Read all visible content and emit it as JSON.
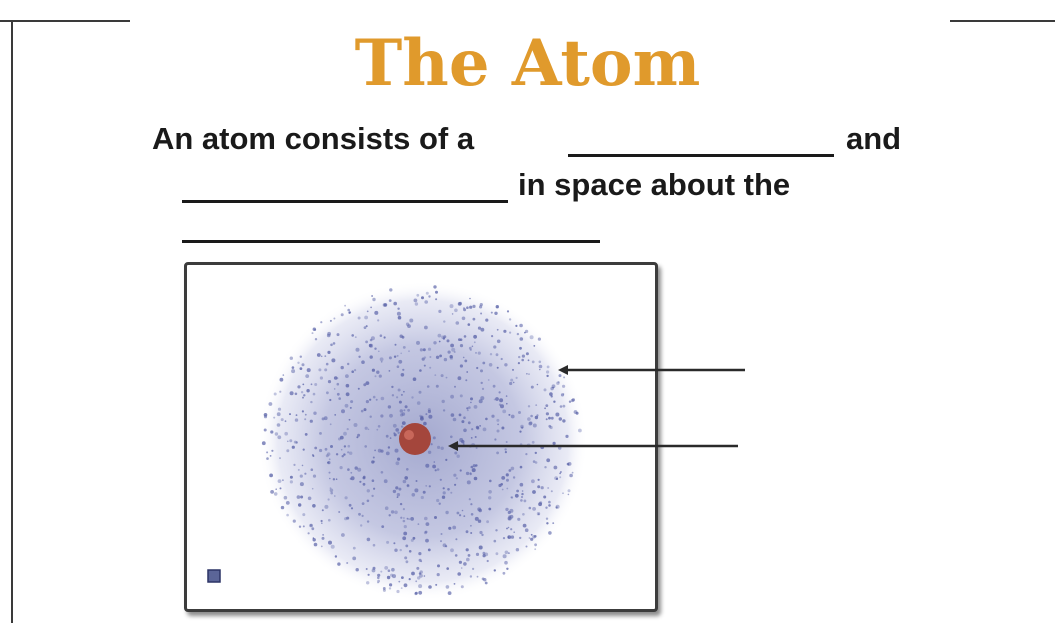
{
  "slide": {
    "title": "The Atom",
    "sentence_part1": "An atom consists of a",
    "sentence_part2": "and",
    "sentence_part3": "in space about the"
  },
  "diagram": {
    "electron_cloud_color": "#5a63a8",
    "nucleus_color": "#a4463c",
    "title_color": "#e09a2c",
    "pointer_targets": [
      "electron-cloud",
      "nucleus"
    ]
  }
}
